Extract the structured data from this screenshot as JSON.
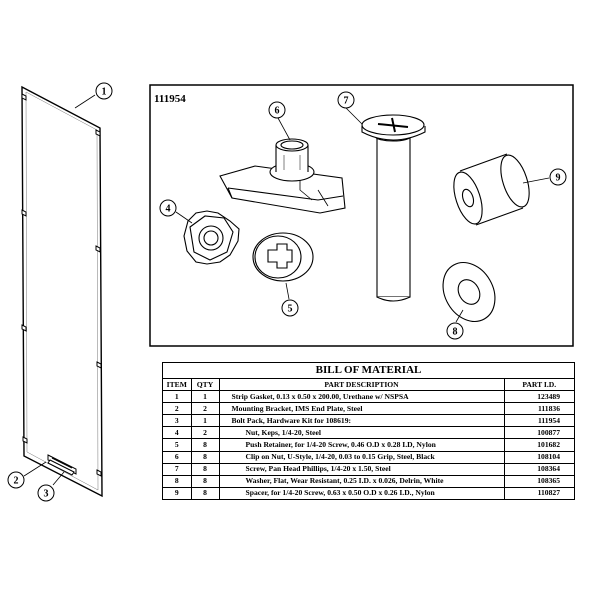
{
  "kit_number": "111954",
  "callouts": [
    "1",
    "2",
    "3",
    "4",
    "5",
    "6",
    "7",
    "8",
    "9"
  ],
  "bom": {
    "title": "BILL OF MATERIAL",
    "headers": {
      "item": "ITEM",
      "qty": "QTY",
      "description": "PART DESCRIPTION",
      "part_id": "PART I.D."
    },
    "rows": [
      {
        "item": "1",
        "qty": "1",
        "description": "Strip Gasket, 0.13 x 0.50 x 200.00, Urethane w/ NSPSA",
        "part_id": "123489",
        "indent": false
      },
      {
        "item": "2",
        "qty": "2",
        "description": "Mounting Bracket, IMS End Plate, Steel",
        "part_id": "111836",
        "indent": false
      },
      {
        "item": "3",
        "qty": "1",
        "description": "Bolt Pack, Hardware Kit for 108619:",
        "part_id": "111954",
        "indent": false
      },
      {
        "item": "4",
        "qty": "2",
        "description": "Nut, Keps, 1/4-20, Steel",
        "part_id": "100877",
        "indent": true
      },
      {
        "item": "5",
        "qty": "8",
        "description": "Push Retainer, for 1/4-20 Screw, 0.46 O.D x 0.28 I.D, Nylon",
        "part_id": "101682",
        "indent": true
      },
      {
        "item": "6",
        "qty": "8",
        "description": "Clip on Nut, U-Style, 1/4-20, 0.03 to 0.15 Grip, Steel, Black",
        "part_id": "108104",
        "indent": true
      },
      {
        "item": "7",
        "qty": "8",
        "description": "Screw, Pan Head Phillips, 1/4-20 x 1.50, Steel",
        "part_id": "108364",
        "indent": true
      },
      {
        "item": "8",
        "qty": "8",
        "description": "Washer, Flat, Wear Resistant, 0.25 I.D. x 0.026, Delrin, White",
        "part_id": "108365",
        "indent": true
      },
      {
        "item": "9",
        "qty": "8",
        "description": "Spacer, for 1/4-20 Screw, 0.63 x 0.50 O.D x 0.26 I.D., Nylon",
        "part_id": "110827",
        "indent": true
      }
    ]
  }
}
